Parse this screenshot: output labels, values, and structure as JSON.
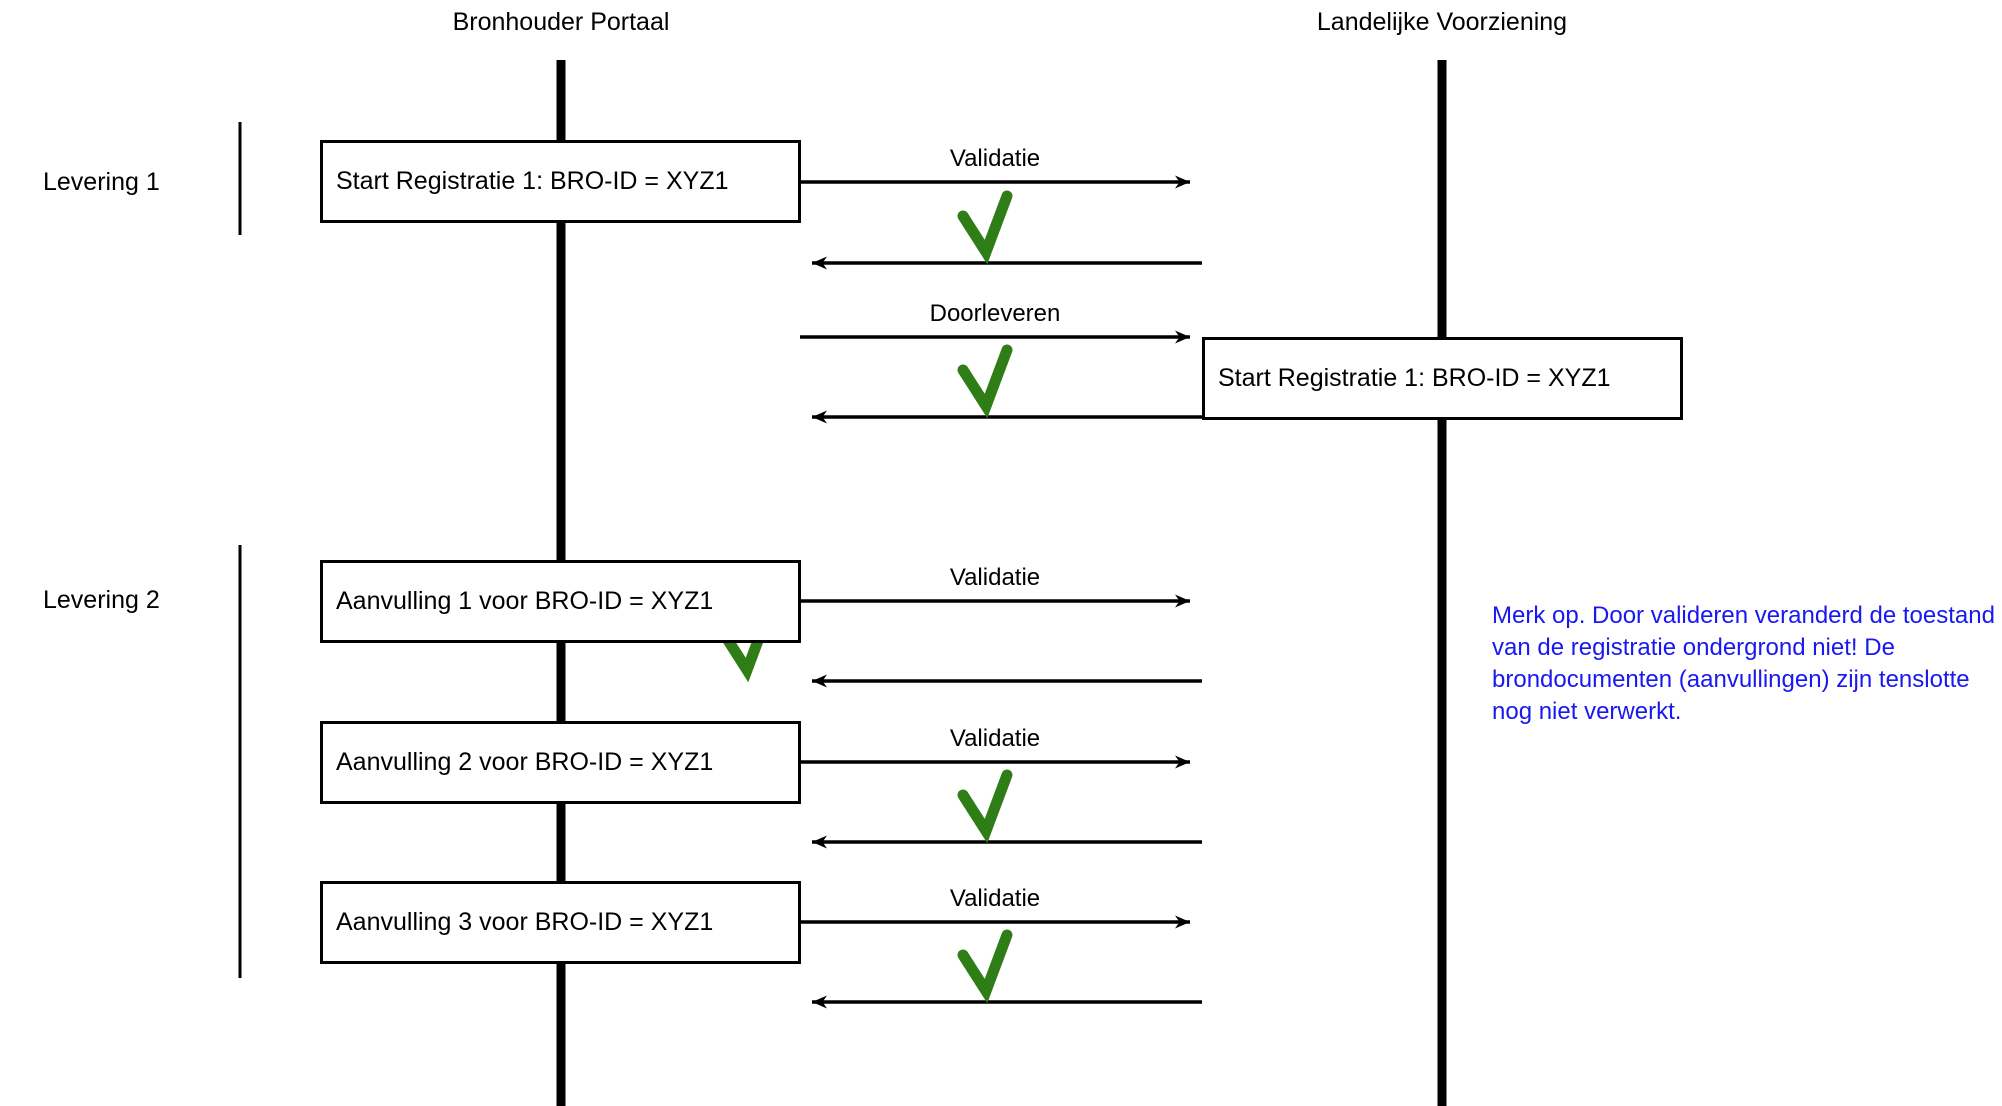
{
  "diagram": {
    "type": "sequence-diagram",
    "title_left": "Bronhouder Portaal",
    "title_right": "Landelijke Voorziening",
    "colors": {
      "line": "#000000",
      "check": "#2e7d16",
      "note": "#1818f0",
      "background": "#ffffff"
    }
  },
  "lifelines": [
    {
      "name": "bronhouder-portaal",
      "label": "Bronhouder Portaal"
    },
    {
      "name": "landelijke-voorziening",
      "label": "Landelijke Voorziening"
    }
  ],
  "groups": [
    {
      "name": "levering-1",
      "label": "Levering 1"
    },
    {
      "name": "levering-2",
      "label": "Levering 2"
    }
  ],
  "boxes": [
    {
      "name": "box-start-registratie-left",
      "text": "Start Registratie 1: BRO-ID = XYZ1",
      "side": "left"
    },
    {
      "name": "box-start-registratie-right",
      "text": "Start Registratie 1: BRO-ID = XYZ1",
      "side": "right"
    },
    {
      "name": "box-aanvulling-1",
      "text": "Aanvulling 1 voor BRO-ID = XYZ1",
      "side": "left"
    },
    {
      "name": "box-aanvulling-2",
      "text": "Aanvulling 2 voor BRO-ID = XYZ1",
      "side": "left"
    },
    {
      "name": "box-aanvulling-3",
      "text": "Aanvulling 3 voor BRO-ID = XYZ1",
      "side": "left"
    }
  ],
  "messages": [
    {
      "name": "msg-validatie-1",
      "label": "Validatie",
      "direction": "right",
      "result": "ok"
    },
    {
      "name": "msg-doorleveren",
      "label": "Doorleveren",
      "direction": "right",
      "result": "ok"
    },
    {
      "name": "msg-validatie-2",
      "label": "Validatie",
      "direction": "right",
      "result": "ok"
    },
    {
      "name": "msg-validatie-3",
      "label": "Validatie",
      "direction": "right",
      "result": "ok"
    },
    {
      "name": "msg-validatie-4",
      "label": "Validatie",
      "direction": "right",
      "result": "ok"
    }
  ],
  "note": {
    "name": "note-validatie",
    "text": "Merk  op. Door valideren veranderd de toestand van de registratie ondergrond niet! De brondocumenten (aanvullingen) zijn tenslotte nog niet verwerkt.",
    "color": "#1818f0"
  }
}
